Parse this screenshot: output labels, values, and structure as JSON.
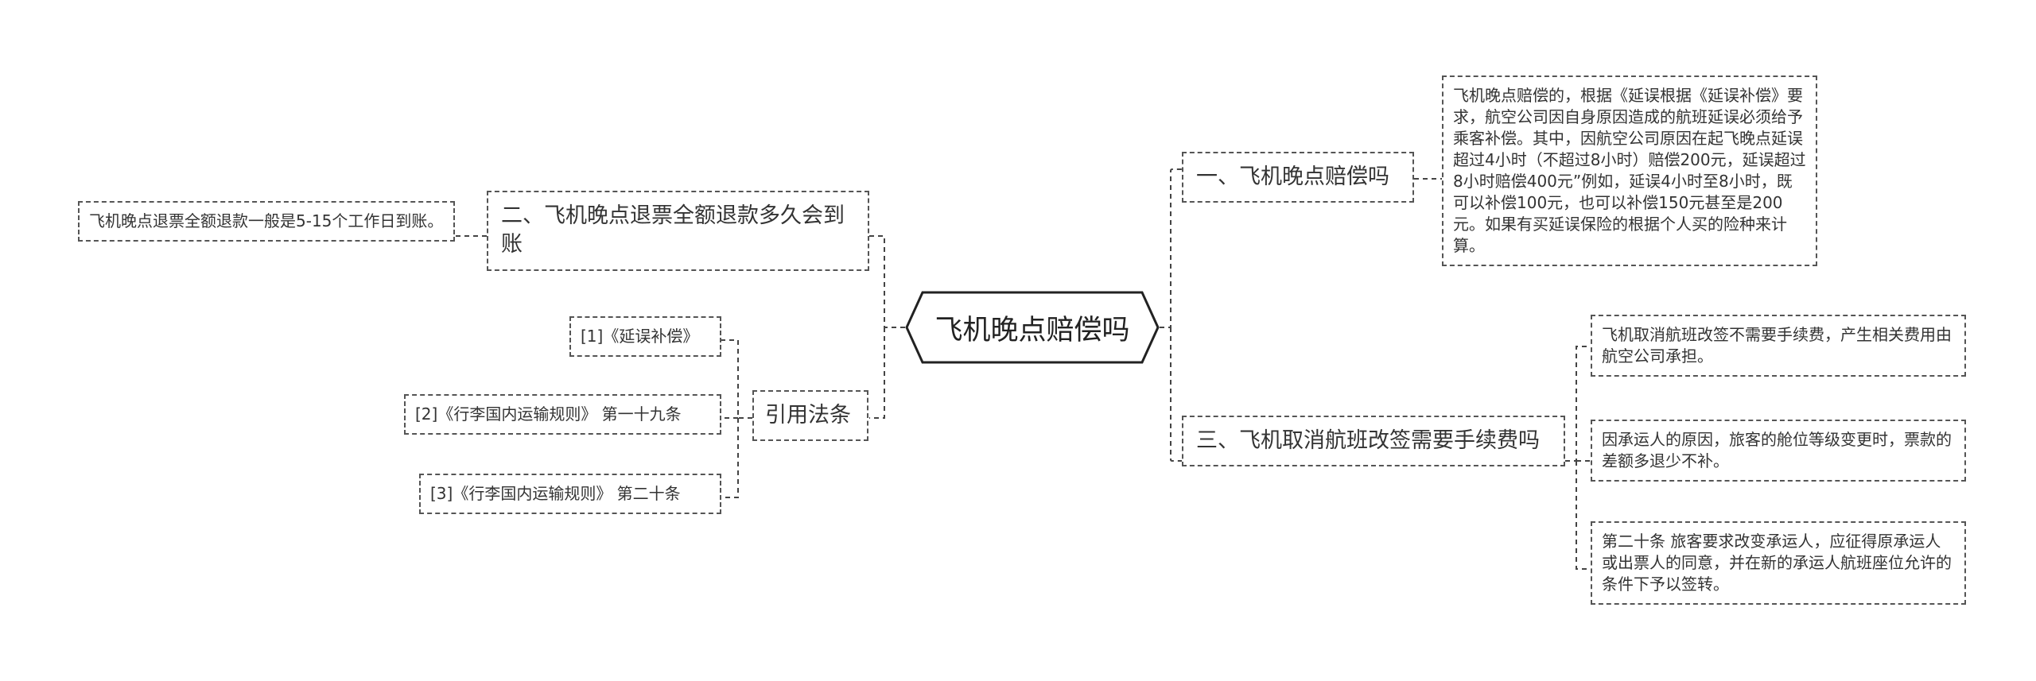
{
  "root": {
    "label": "飞机晚点赔偿吗"
  },
  "right": {
    "b1": {
      "label": "一、飞机晚点赔偿吗",
      "leaf": "飞机晚点赔偿的，根据《延误根据《延误补偿》要求，航空公司因自身原因造成的航班延误必须给予乘客补偿。其中，因航空公司原因在起飞晚点延误超过4小时（不超过8小时）赔偿200元，延误超过8小时赔偿400元”例如，延误4小时至8小时，既可以补偿100元，也可以补偿150元甚至是200元。如果有买延误保险的根据个人买的险种来计算。"
    },
    "b3": {
      "label": "三、飞机取消航班改签需要手续费吗",
      "leaves": [
        "飞机取消航班改签不需要手续费，产生相关费用由航空公司承担。",
        "因承运人的原因，旅客的舱位等级变更时，票款的差额多退少不补。",
        "第二十条 旅客要求改变承运人，应征得原承运人或出票人的同意，并在新的承运人航班座位允许的条件下予以签转。"
      ]
    }
  },
  "left": {
    "b2": {
      "label": "二、飞机晚点退票全额退款多久会到账",
      "leaf": "飞机晚点退票全额退款一般是5-15个工作日到账。"
    },
    "refs": {
      "label": "引用法条",
      "leaves": [
        "[1]《延误补偿》",
        "[2]《行李国内运输规则》 第一十九条",
        "[3]《行李国内运输规则》 第二十条"
      ]
    }
  }
}
